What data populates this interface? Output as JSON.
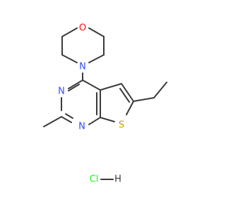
{
  "molecule": {
    "atoms": {
      "O": "O",
      "N_morpholine": "N",
      "N3": "N",
      "N1": "N",
      "S": "S",
      "Cl": "Cl",
      "H": "H"
    },
    "colors": {
      "bond": "#3a3a3a",
      "O": "#ff0d0d",
      "N": "#3050f8",
      "S": "#c6a100",
      "Cl": "#1ff01f",
      "H": "#3a3a3a"
    }
  }
}
